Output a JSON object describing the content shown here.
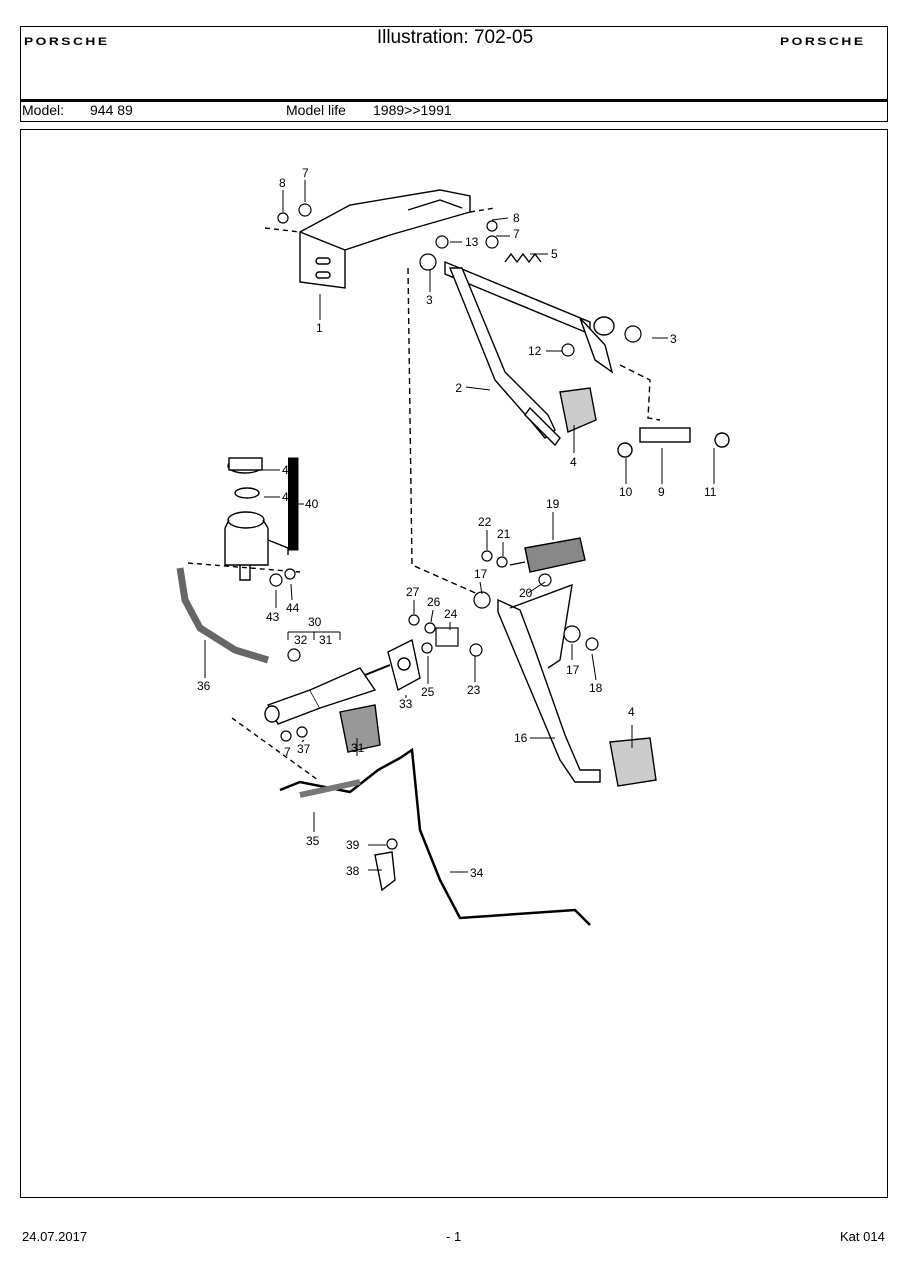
{
  "header": {
    "brand_left": "PORSCHE",
    "title": "Illustration: 702-05",
    "brand_right": "PORSCHE",
    "model_label": "Model:",
    "model_value": "944 89",
    "model_life_label": "Model life",
    "model_life_value": "1989>>1991"
  },
  "diagram": {
    "callouts": [
      "1",
      "2",
      "3",
      "3",
      "4",
      "4",
      "5",
      "7",
      "7",
      "7",
      "8",
      "8",
      "9",
      "10",
      "11",
      "12",
      "13",
      "16",
      "17",
      "17",
      "18",
      "19",
      "20",
      "21",
      "22",
      "23",
      "24",
      "25",
      "26",
      "27",
      "30",
      "31",
      "31",
      "32",
      "33",
      "34",
      "35",
      "36",
      "37",
      "38",
      "39",
      "40",
      "41",
      "42",
      "43",
      "44"
    ]
  },
  "footer": {
    "date": "24.07.2017",
    "page": "- 1",
    "catalog": "Kat 014"
  }
}
